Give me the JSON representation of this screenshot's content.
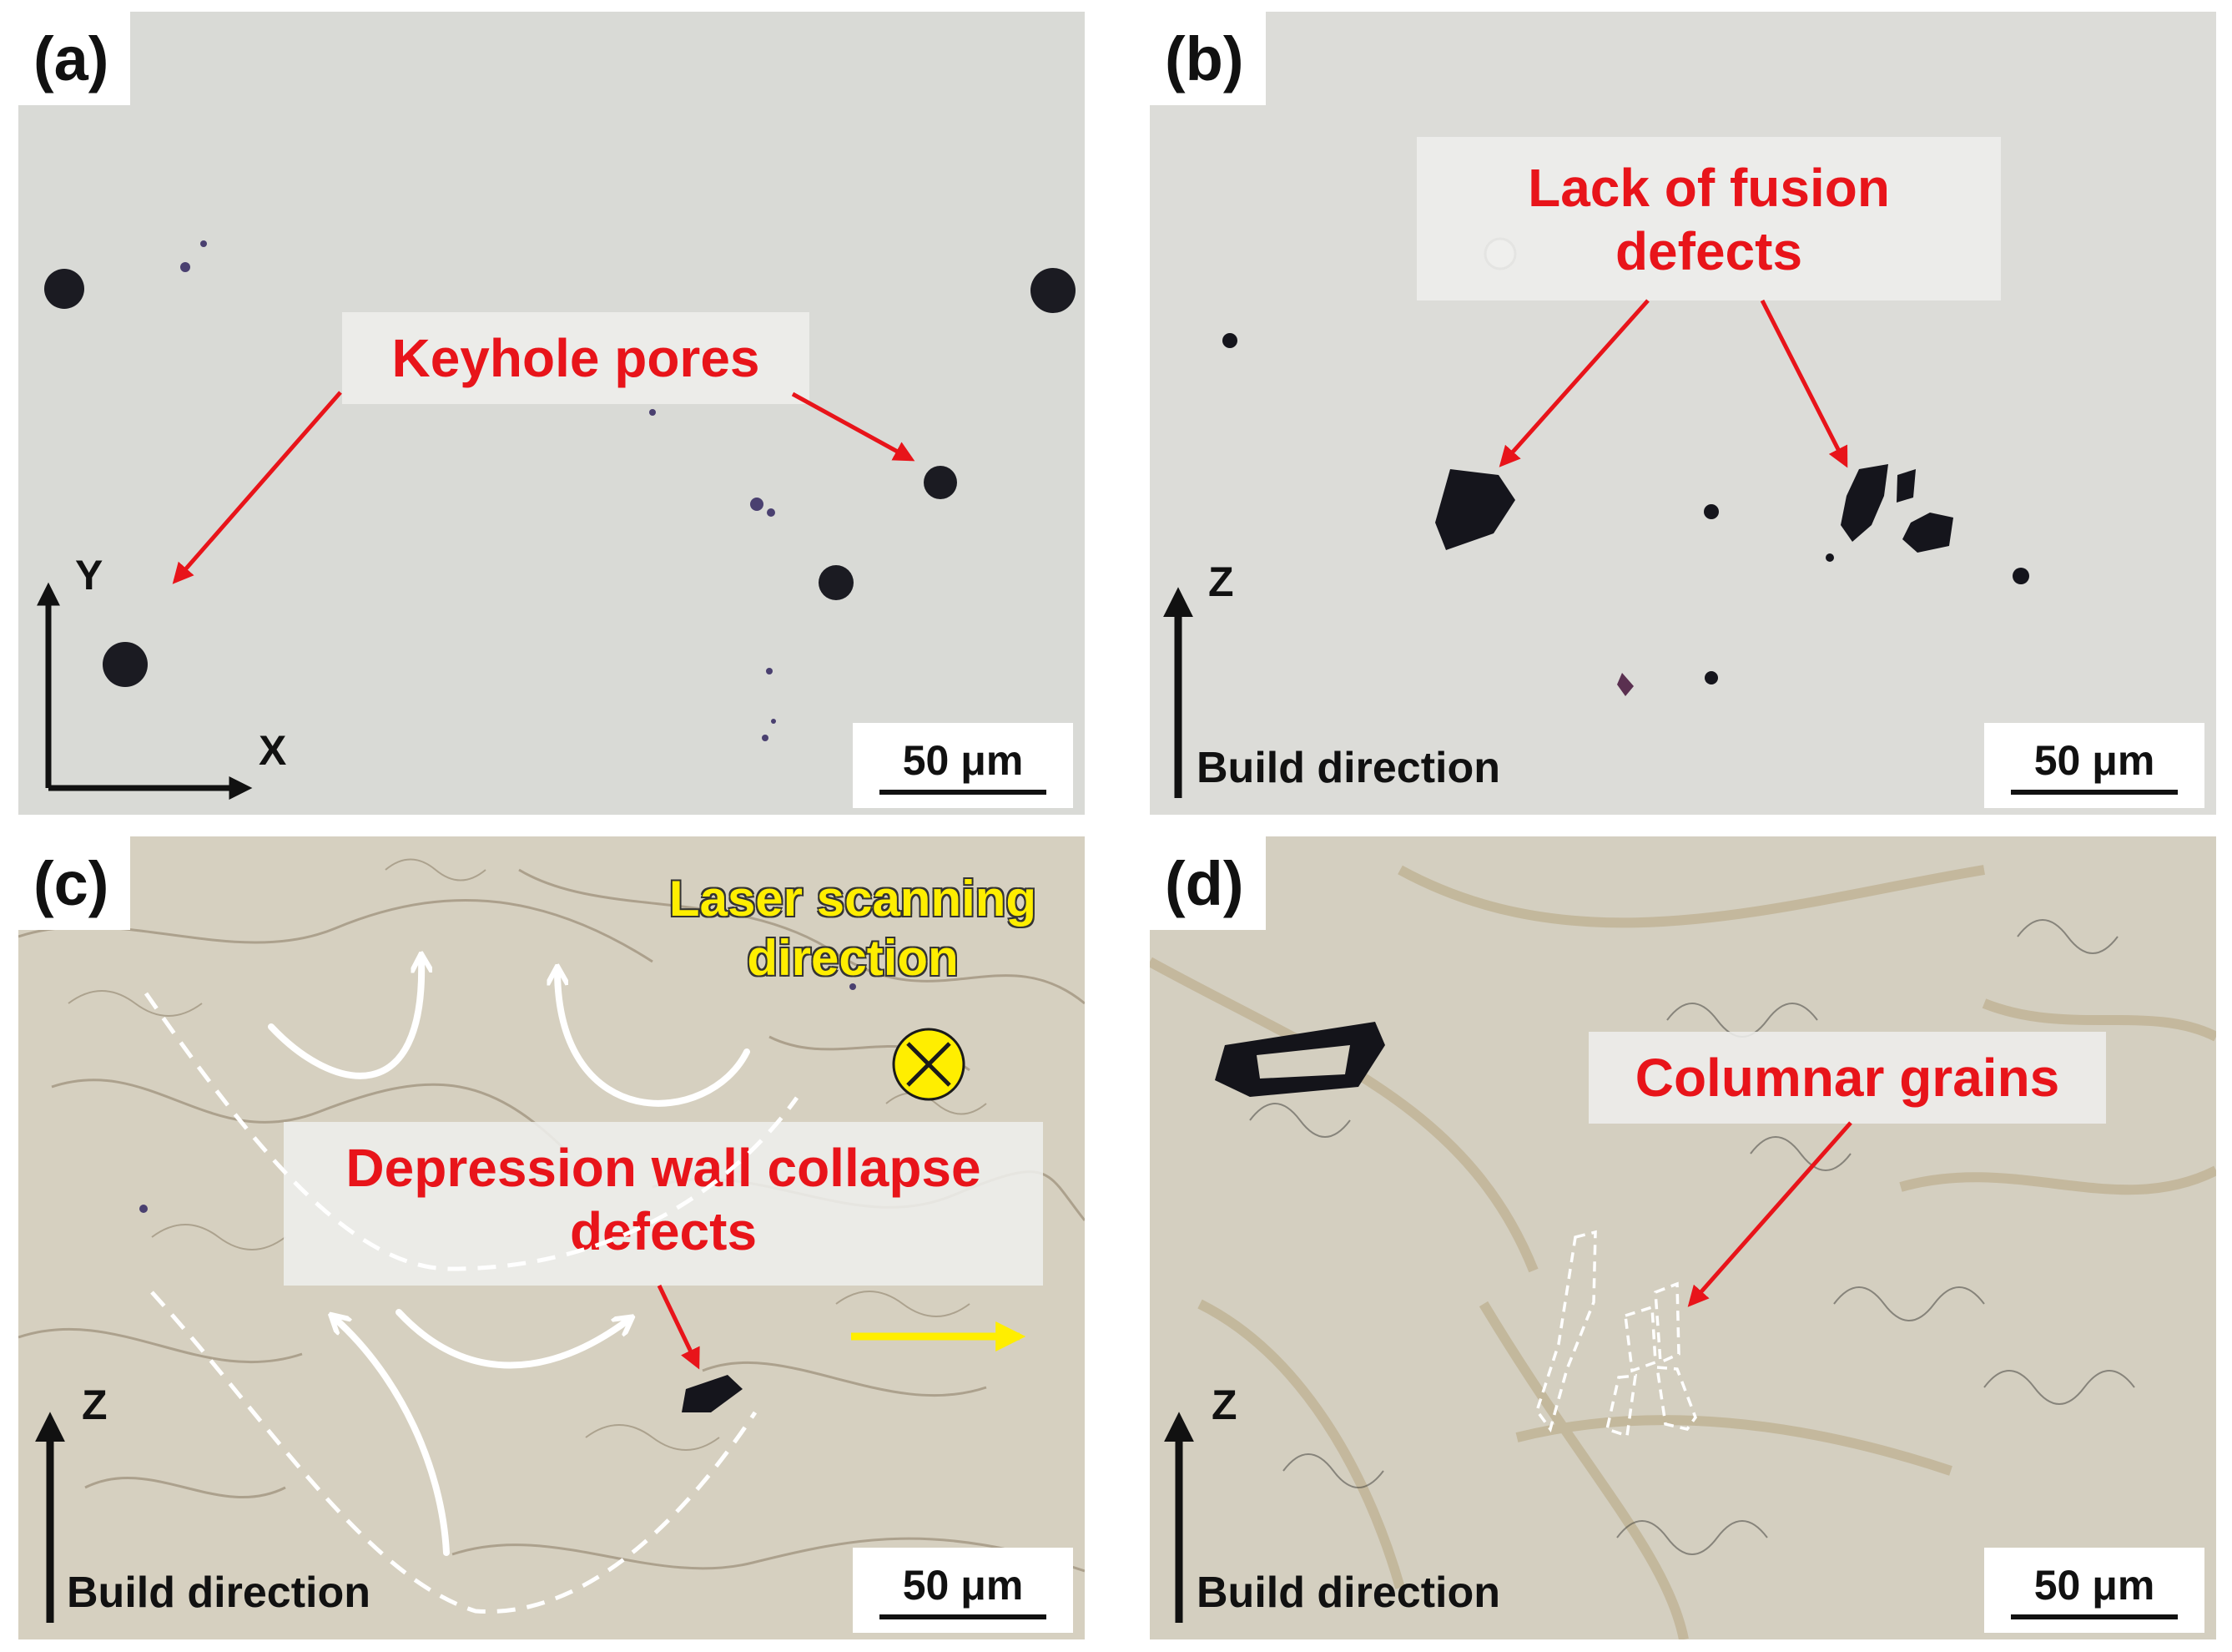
{
  "panels": {
    "a": {
      "label": "(a)",
      "callout": "Keyhole pores",
      "axis_y": "Y",
      "axis_x": "X",
      "scale": "50 μm"
    },
    "b": {
      "label": "(b)",
      "callout_line1": "Lack of fusion",
      "callout_line2": "defects",
      "axis_z": "Z",
      "build": "Build direction",
      "scale": "50 μm"
    },
    "c": {
      "label": "(c)",
      "laser_line1": "Laser scanning",
      "laser_line2": "direction",
      "callout_line1": "Depression wall collapse",
      "callout_line2": "defects",
      "axis_z": "Z",
      "build": "Build direction",
      "scale": "50 μm"
    },
    "d": {
      "label": "(d)",
      "callout": "Columnar grains",
      "axis_z": "Z",
      "build": "Build direction",
      "scale": "50 μm"
    }
  },
  "colors": {
    "annotation_red": "#e8141a",
    "laser_yellow": "#ffee00",
    "polished_background": "#d9dad6",
    "etched_background": "#d6d0c0"
  }
}
